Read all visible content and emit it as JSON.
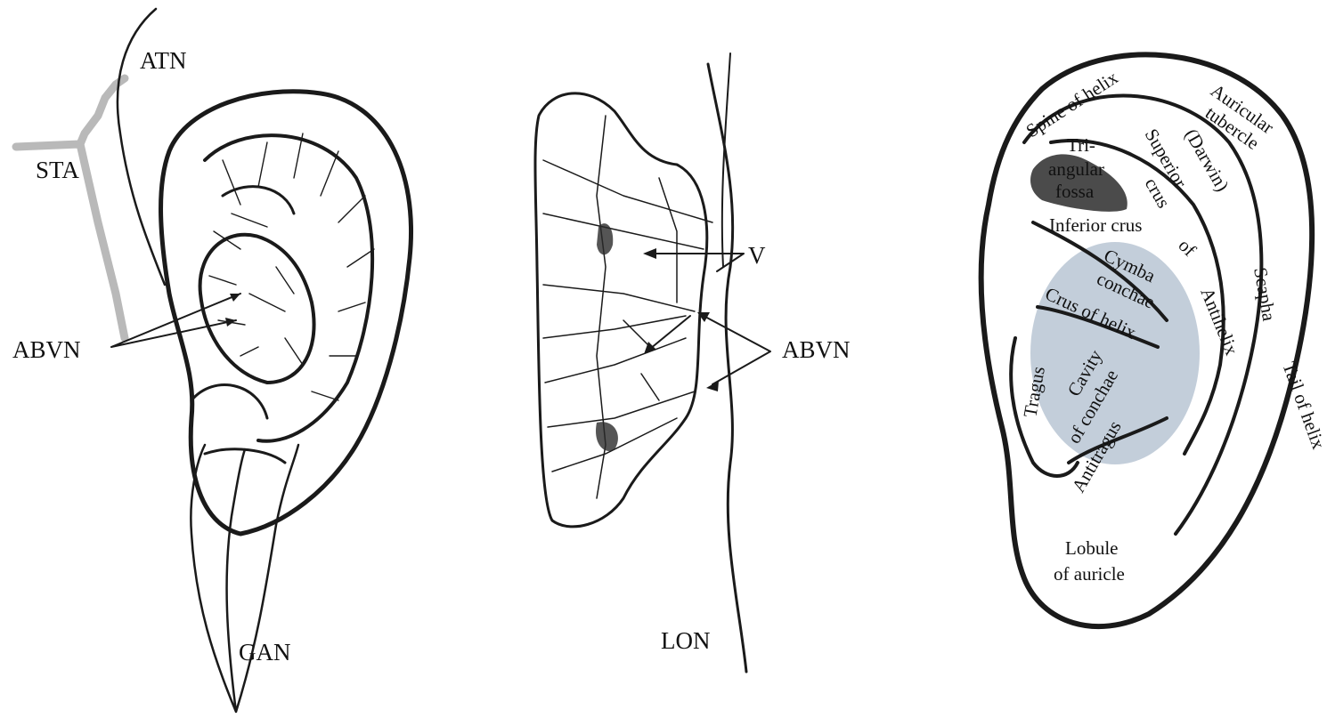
{
  "panel_left": {
    "labels": {
      "atn": "ATN",
      "sta": "STA",
      "abvn": "ABVN",
      "gan": "GAN"
    }
  },
  "panel_middle": {
    "labels": {
      "v": "V",
      "abvn": "ABVN",
      "lon": "LON"
    }
  },
  "panel_right": {
    "highlight_color": "#b8c5d3",
    "labels": {
      "spine_of_helix": "Spine of helix",
      "auricular_1": "Auricular",
      "auricular_2": "tubercle",
      "auricular_3": "(Darwin)",
      "triangular_1": "Tri-",
      "triangular_2": "angular",
      "triangular_3": "fossa",
      "superior_1": "Superior",
      "superior_2": "crus",
      "inferior_crus": "Inferior crus",
      "of": "of",
      "cymba_1": "Cymba",
      "cymba_2": "conchae",
      "crus_of_helix": "Crus of helix",
      "scapha": "Scapha",
      "antihelix": "Antihelix",
      "tragus": "Tragus",
      "cavity_1": "Cavity",
      "cavity_2": "of conchae",
      "tail_of_helix": "Tail of helix",
      "antitragus": "Antitragus",
      "lobule_1": "Lobule",
      "lobule_2": "of auricle"
    }
  }
}
